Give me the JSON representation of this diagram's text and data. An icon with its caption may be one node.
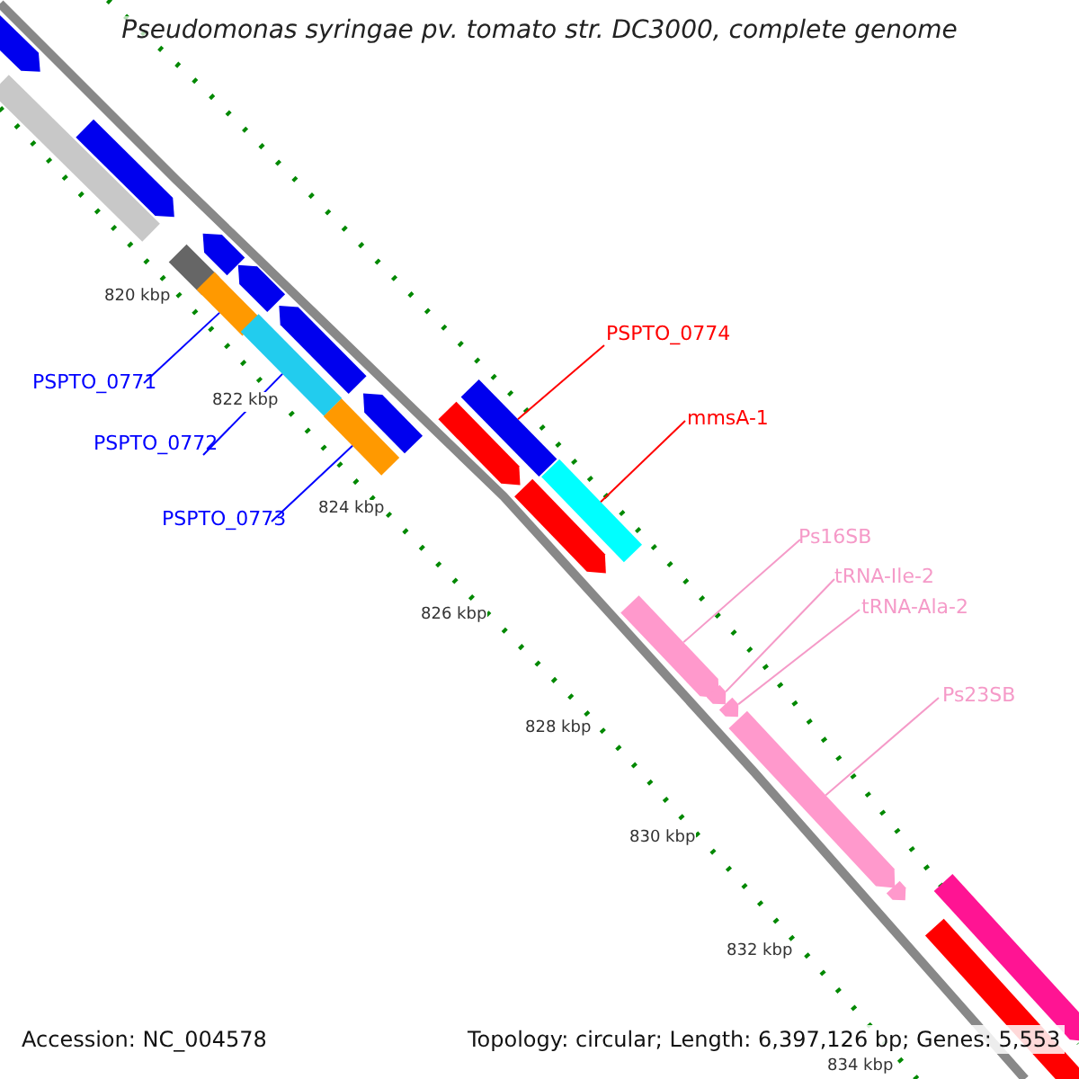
{
  "diagram": {
    "title": "Pseudomonas syringae pv. tomato str. DC3000, complete genome",
    "nodes": [
      {
        "text": [
          "PSPTO_0771"
        ]
      },
      {
        "text": [
          "PSPTO_0772"
        ]
      },
      {
        "text": [
          "PSPTO_0773"
        ]
      },
      {
        "text": [
          "PSPTO_0774"
        ]
      },
      {
        "text": [
          "mmsA-1"
        ]
      },
      {
        "text": [
          "Ps16SB"
        ]
      },
      {
        "text": [
          "tRNA-Ile-2"
        ]
      },
      {
        "text": [
          "tRNA-Ala-2"
        ]
      },
      {
        "text": [
          "Ps23SB"
        ]
      },
      {
        "text": [],
        "shape": "arrow"
      },
      {
        "text": [],
        "shape": "bar"
      },
      {
        "text": [],
        "shape": "arrow"
      },
      {
        "text": [],
        "shape": "arrow"
      },
      {
        "text": [],
        "shape": "bar"
      },
      {
        "text": [],
        "shape": "arrow"
      },
      {
        "text": [],
        "shape": "bar"
      },
      {
        "text": [],
        "shape": "arrow"
      },
      {
        "text": [],
        "shape": "bar"
      },
      {
        "text": [],
        "shape": "arrow"
      },
      {
        "text": [],
        "shape": "bar"
      },
      {
        "text": [],
        "shape": "bar"
      },
      {
        "text": [],
        "shape": "arrow"
      },
      {
        "text": [],
        "shape": "bar"
      },
      {
        "text": [],
        "shape": "arrow"
      },
      {
        "text": [],
        "shape": "arrow"
      },
      {
        "text": [],
        "shape": "arrow"
      },
      {
        "text": [],
        "shape": "arrow"
      },
      {
        "text": [],
        "shape": "arrow"
      },
      {
        "text": [],
        "shape": "arrow"
      },
      {
        "text": [],
        "shape": "arrow"
      },
      {
        "text": [],
        "shape": "arrow"
      }
    ],
    "edges": [
      {
        "from": 0,
        "to": 15,
        "arrow": "none",
        "color": "#0000ff"
      },
      {
        "from": 1,
        "to": 17,
        "arrow": "none",
        "color": "#0000ff"
      },
      {
        "from": 2,
        "to": 20,
        "arrow": "none",
        "color": "#0000ff"
      },
      {
        "from": 3,
        "to": 19,
        "arrow": "none",
        "color": "#ff0000"
      },
      {
        "from": 4,
        "to": 22,
        "arrow": "none",
        "color": "#ff0000"
      },
      {
        "from": 5,
        "to": 24,
        "arrow": "none"
      },
      {
        "from": 6,
        "to": 25,
        "arrow": "none"
      },
      {
        "from": 7,
        "to": 26,
        "arrow": "none"
      },
      {
        "from": 8,
        "to": 27,
        "arrow": "none"
      }
    ],
    "labels": [
      "820 kbp",
      "822 kbp",
      "824 kbp",
      "826 kbp",
      "828 kbp",
      "830 kbp",
      "832 kbp",
      "834 kbp",
      "Accession: NC_004578",
      "Topology: circular; Length: 6,397,126 bp; Genes: 5,553"
    ]
  }
}
